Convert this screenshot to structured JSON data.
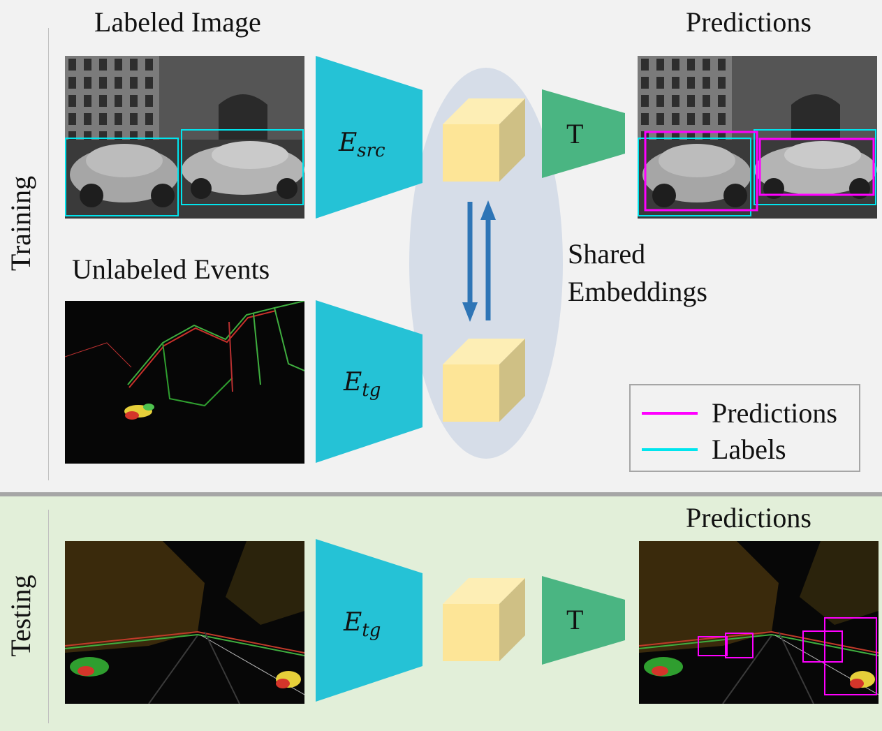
{
  "sections": {
    "training": "Training",
    "testing": "Testing"
  },
  "labels": {
    "labeled_image": "Labeled Image",
    "unlabeled_events": "Unlabeled Events",
    "predictions_train": "Predictions",
    "predictions_test": "Predictions",
    "shared_embeddings_line1": "Shared",
    "shared_embeddings_line2": "Embeddings"
  },
  "encoders": {
    "src_symbol": "E",
    "src_subscript": "src",
    "tg_symbol": "E",
    "tg_subscript": "tg"
  },
  "head": {
    "train_label": "T",
    "test_label": "T"
  },
  "legend": {
    "predictions": "Predictions",
    "labels": "Labels"
  },
  "colors": {
    "encoder": "#25c2d6",
    "head": "#4ab582",
    "embedding_face": "#fde597",
    "embedding_side": "#cfc085",
    "embedding_top": "#fdeeb5",
    "ellipse": "#d6dde8",
    "arrow": "#2e75b6",
    "prediction_box": "#ff00ff",
    "label_box": "#00e5ee"
  }
}
